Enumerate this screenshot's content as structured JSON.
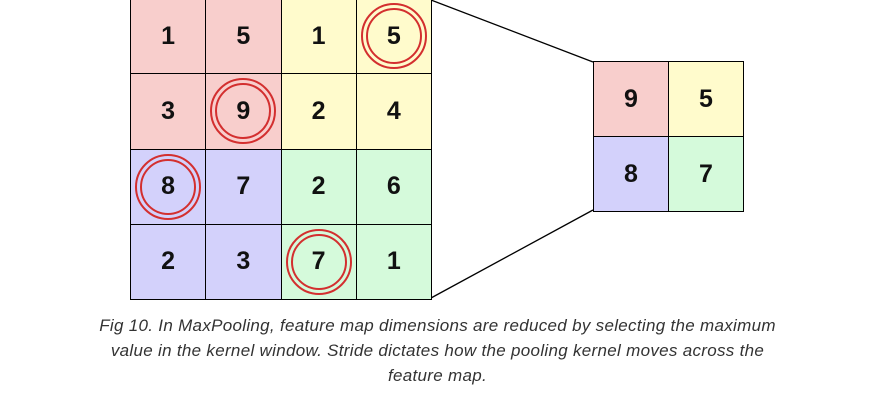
{
  "colors": {
    "red": "#f8cecc",
    "yellow": "#fffbcc",
    "blue": "#d3d1fb",
    "green": "#d5fadb",
    "ring": "#d32f2f",
    "grid_line": "#000000"
  },
  "input_grid": {
    "rows": [
      [
        {
          "value": "1",
          "color": "red",
          "max": false
        },
        {
          "value": "5",
          "color": "red",
          "max": false
        },
        {
          "value": "1",
          "color": "yellow",
          "max": false
        },
        {
          "value": "5",
          "color": "yellow",
          "max": true
        }
      ],
      [
        {
          "value": "3",
          "color": "red",
          "max": false
        },
        {
          "value": "9",
          "color": "red",
          "max": true
        },
        {
          "value": "2",
          "color": "yellow",
          "max": false
        },
        {
          "value": "4",
          "color": "yellow",
          "max": false
        }
      ],
      [
        {
          "value": "8",
          "color": "blue",
          "max": true
        },
        {
          "value": "7",
          "color": "blue",
          "max": false
        },
        {
          "value": "2",
          "color": "green",
          "max": false
        },
        {
          "value": "6",
          "color": "green",
          "max": false
        }
      ],
      [
        {
          "value": "2",
          "color": "blue",
          "max": false
        },
        {
          "value": "3",
          "color": "blue",
          "max": false
        },
        {
          "value": "7",
          "color": "green",
          "max": true
        },
        {
          "value": "1",
          "color": "green",
          "max": false
        }
      ]
    ]
  },
  "output_grid": {
    "rows": [
      [
        {
          "value": "9",
          "color": "red"
        },
        {
          "value": "5",
          "color": "yellow"
        }
      ],
      [
        {
          "value": "8",
          "color": "blue"
        },
        {
          "value": "7",
          "color": "green"
        }
      ]
    ]
  },
  "caption": {
    "line1": "Fig 10. In MaxPooling, feature map dimensions are reduced by selecting the maximum",
    "line2": "value in the kernel window. Stride dictates how the pooling kernel moves across the",
    "line3": "feature map."
  }
}
